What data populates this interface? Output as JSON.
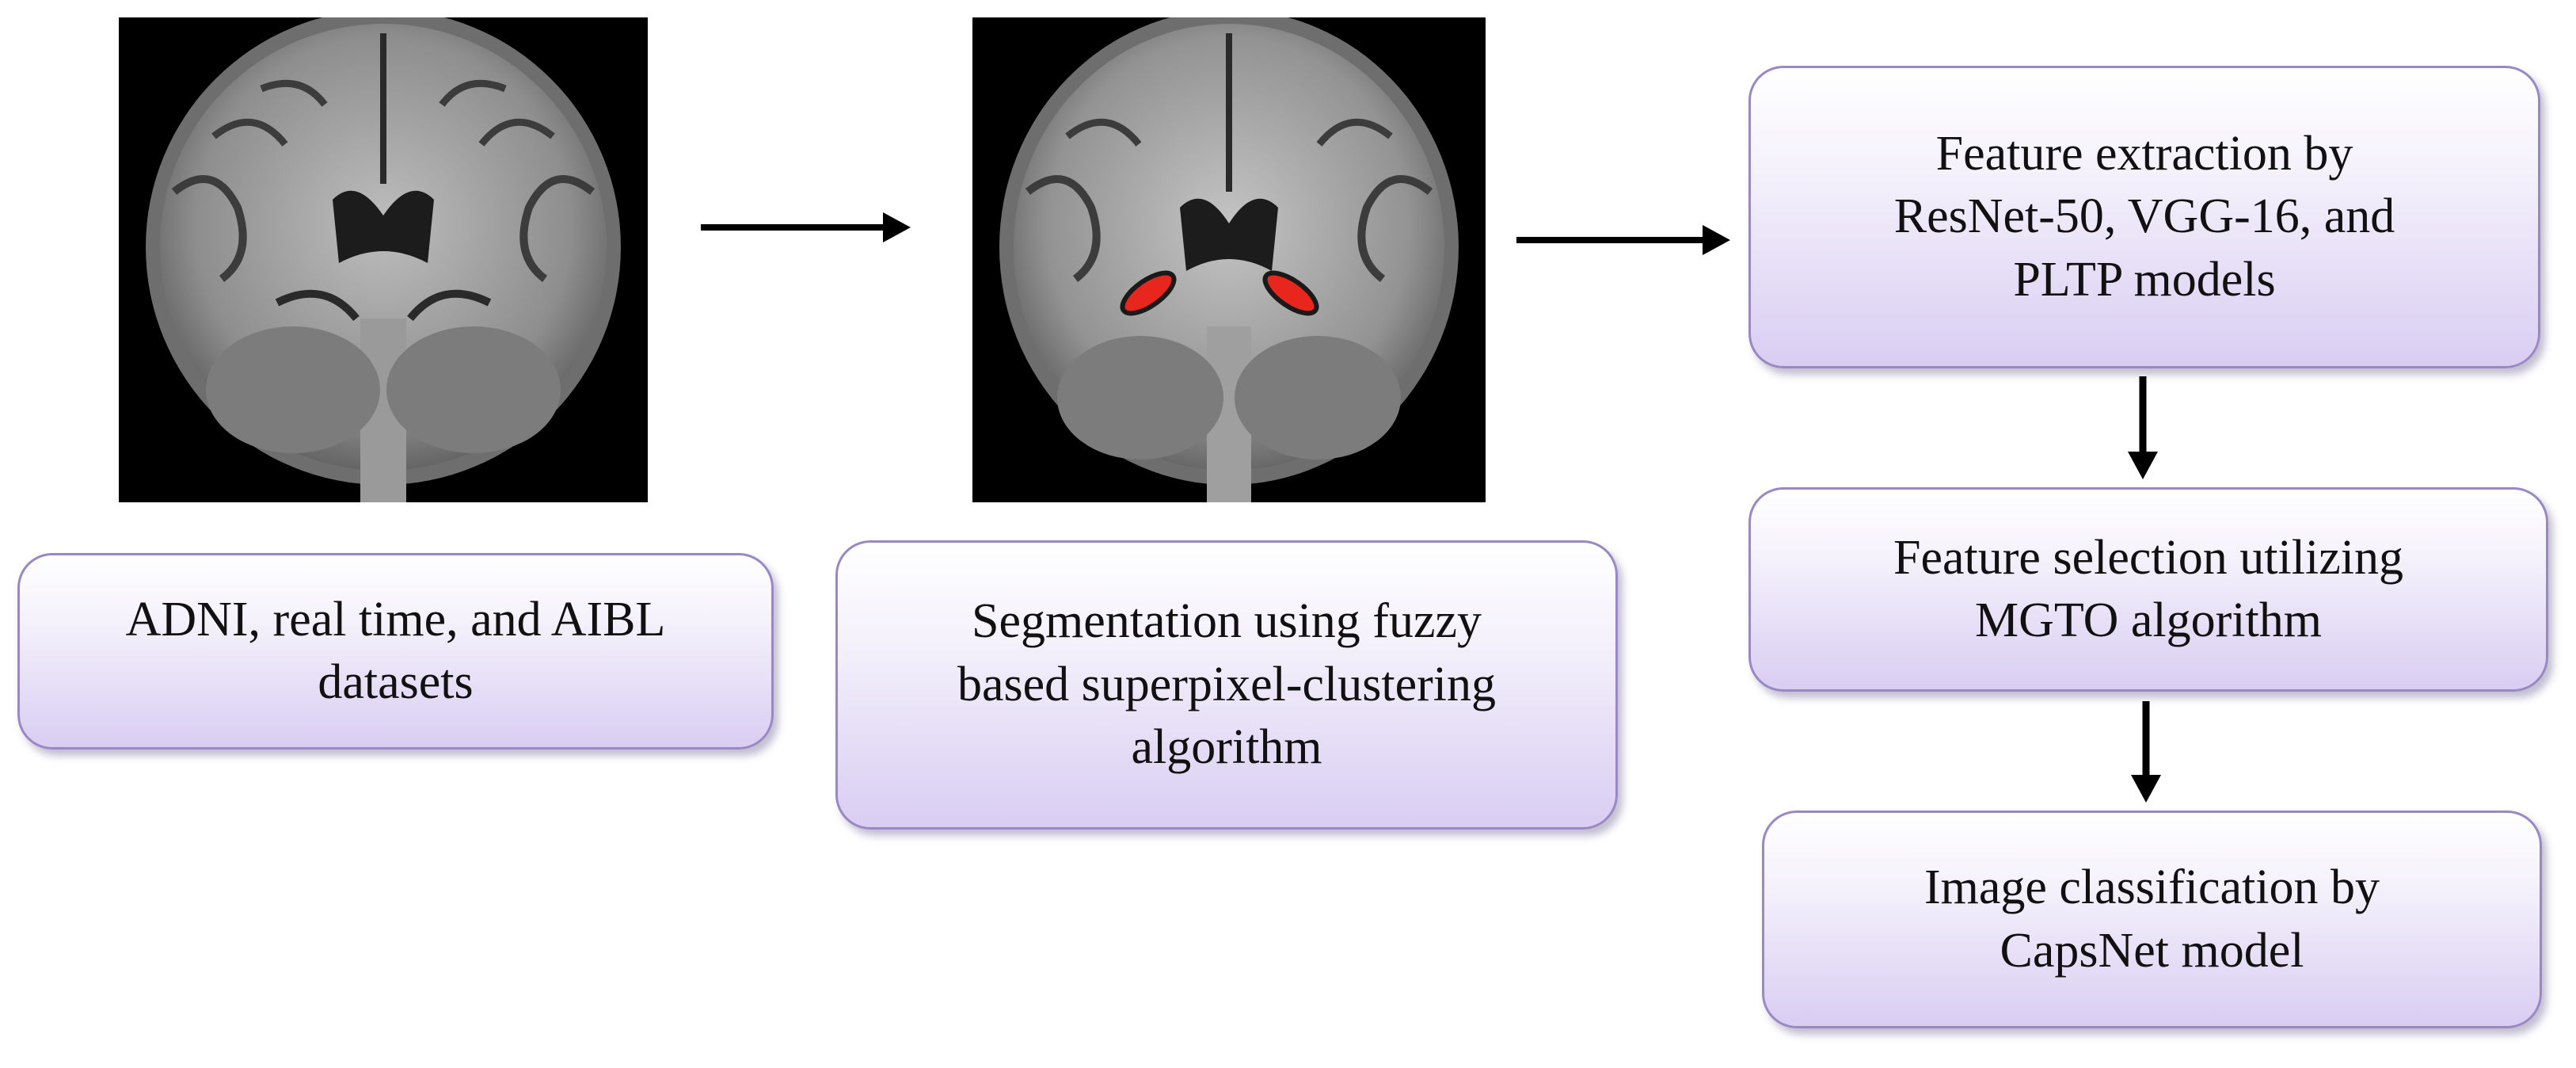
{
  "boxes": {
    "datasets": "ADNI, real time, and AIBL\ndatasets",
    "segmentation": "Segmentation using fuzzy\nbased superpixel-clustering\nalgorithm",
    "feature_extraction": "Feature extraction by\nResNet-50, VGG-16, and\nPLTP models",
    "feature_selection": "Feature selection utilizing\nMGTO algorithm",
    "classification": "Image classification by\nCapsNet model"
  },
  "images": {
    "mri_original": "brain-mri-coronal",
    "mri_segmented": "brain-mri-coronal-segmented"
  },
  "colors": {
    "box_border": "#9a88c4",
    "box_fill_bottom": "#d9cdf2",
    "segment_highlight": "#e8261e",
    "arrow": "#000000"
  }
}
